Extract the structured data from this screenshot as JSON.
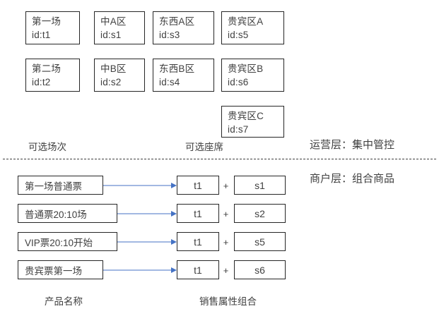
{
  "diagram": {
    "catalog": {
      "columns": [
        {
          "caption": "可选场次",
          "cards": [
            {
              "name": "第一场",
              "id": "id:t1"
            },
            {
              "name": "第二场",
              "id": "id:t2"
            }
          ]
        },
        {
          "caption": "",
          "cards": [
            {
              "name": "中A区",
              "id": "id:s1"
            },
            {
              "name": "中B区",
              "id": "id:s2"
            }
          ]
        },
        {
          "caption": "可选座席",
          "cards": [
            {
              "name": "东西A区",
              "id": "id:s3"
            },
            {
              "name": "东西B区",
              "id": "id:s4"
            }
          ]
        },
        {
          "caption": "",
          "cards": [
            {
              "name": "贵宾区A",
              "id": "id:s5"
            },
            {
              "name": "贵宾区B",
              "id": "id:s6"
            },
            {
              "name": "贵宾区C",
              "id": "id:s7"
            }
          ]
        }
      ]
    },
    "captions": {
      "sessions": "可选场次",
      "seats": "可选座席"
    },
    "layers": {
      "operations": "运营层：集中管控",
      "merchant": "商户层：组合商品"
    },
    "products": [
      {
        "name": "第一场普通票",
        "time_attr": "t1",
        "plus": "+",
        "seat_attr": "s1"
      },
      {
        "name": "普通票20:10场",
        "time_attr": "t1",
        "plus": "+",
        "seat_attr": "s2"
      },
      {
        "name": "VIP票20:10开始",
        "time_attr": "t1",
        "plus": "+",
        "seat_attr": "s5"
      },
      {
        "name": "贵宾票第一场",
        "time_attr": "t1",
        "plus": "+",
        "seat_attr": "s6"
      }
    ],
    "foot_captions": {
      "product_name": "产品名称",
      "sales_attribute_combo": "销售属性组合"
    },
    "colors": {
      "box_border": "#262626",
      "text": "#404040",
      "arrow": "#4472C4",
      "divider": "#3f3f3f",
      "background": "#ffffff"
    }
  }
}
